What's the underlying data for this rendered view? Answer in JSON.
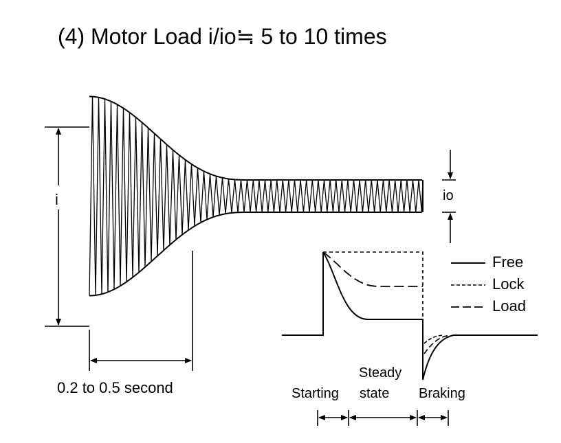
{
  "title": "(4) Motor Load i/io≒ 5 to 10 times",
  "labels": {
    "i": "i",
    "io": "io",
    "duration": "0.2 to 0.5 second",
    "starting": "Starting",
    "steady_line1": "Steady",
    "steady_line2": "state",
    "braking": "Braking"
  },
  "legend": [
    {
      "label": "Free",
      "style": "solid"
    },
    {
      "label": "Lock",
      "style": "dotted"
    },
    {
      "label": "Load",
      "style": "dashed"
    }
  ]
}
